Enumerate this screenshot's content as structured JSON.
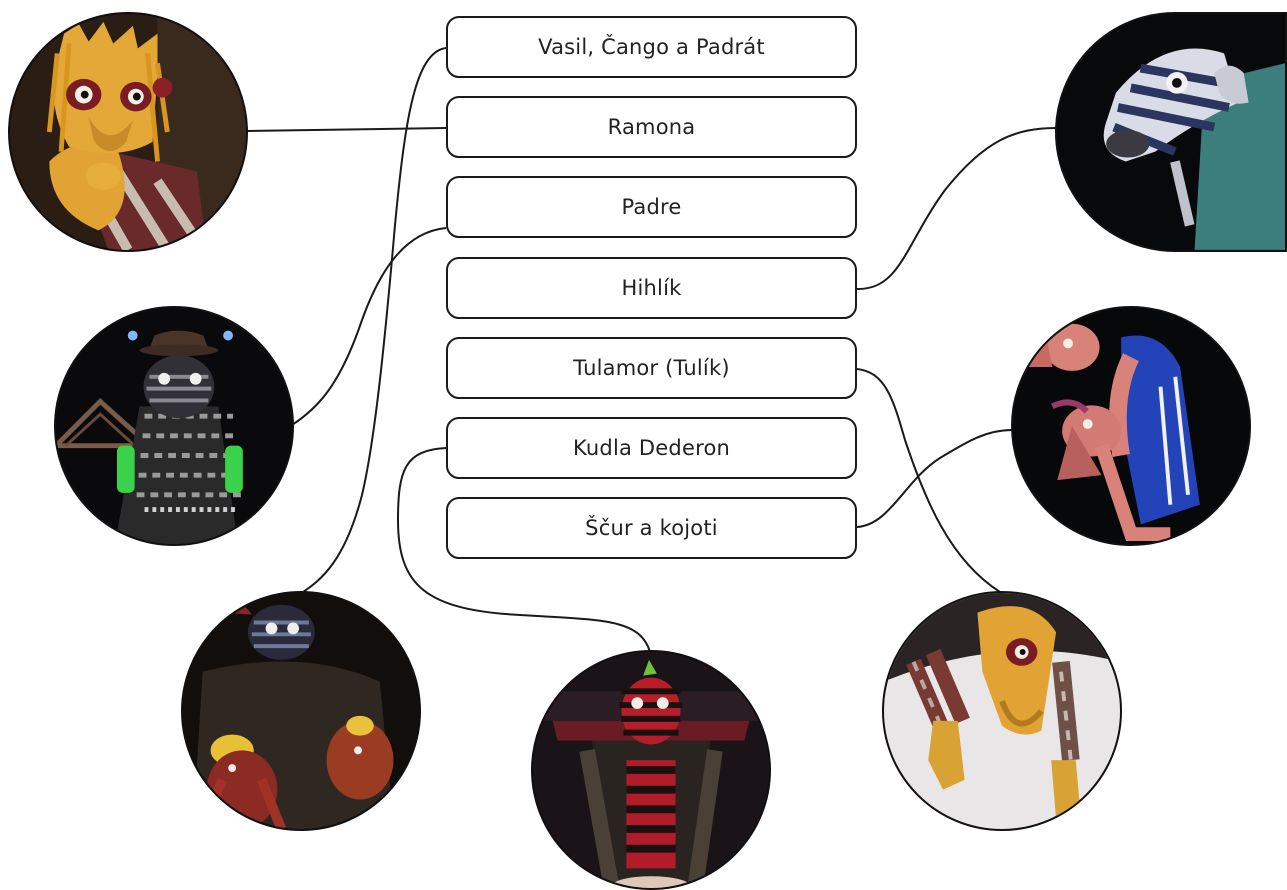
{
  "labels": [
    "Vasil, Čango a Padrát",
    "Ramona",
    "Padre",
    "Hihlík",
    "Tulamor (Tulík)",
    "Kudla Dederon",
    "Ščur a kojoti"
  ],
  "colors": {
    "line": "#1a1a1a",
    "box_border": "#1a1a1a",
    "mustard": "#e0a334",
    "stripe_red": "#a8202c",
    "teal": "#3b7e7c",
    "royal_blue": "#2244b8",
    "pink": "#d9827a"
  }
}
